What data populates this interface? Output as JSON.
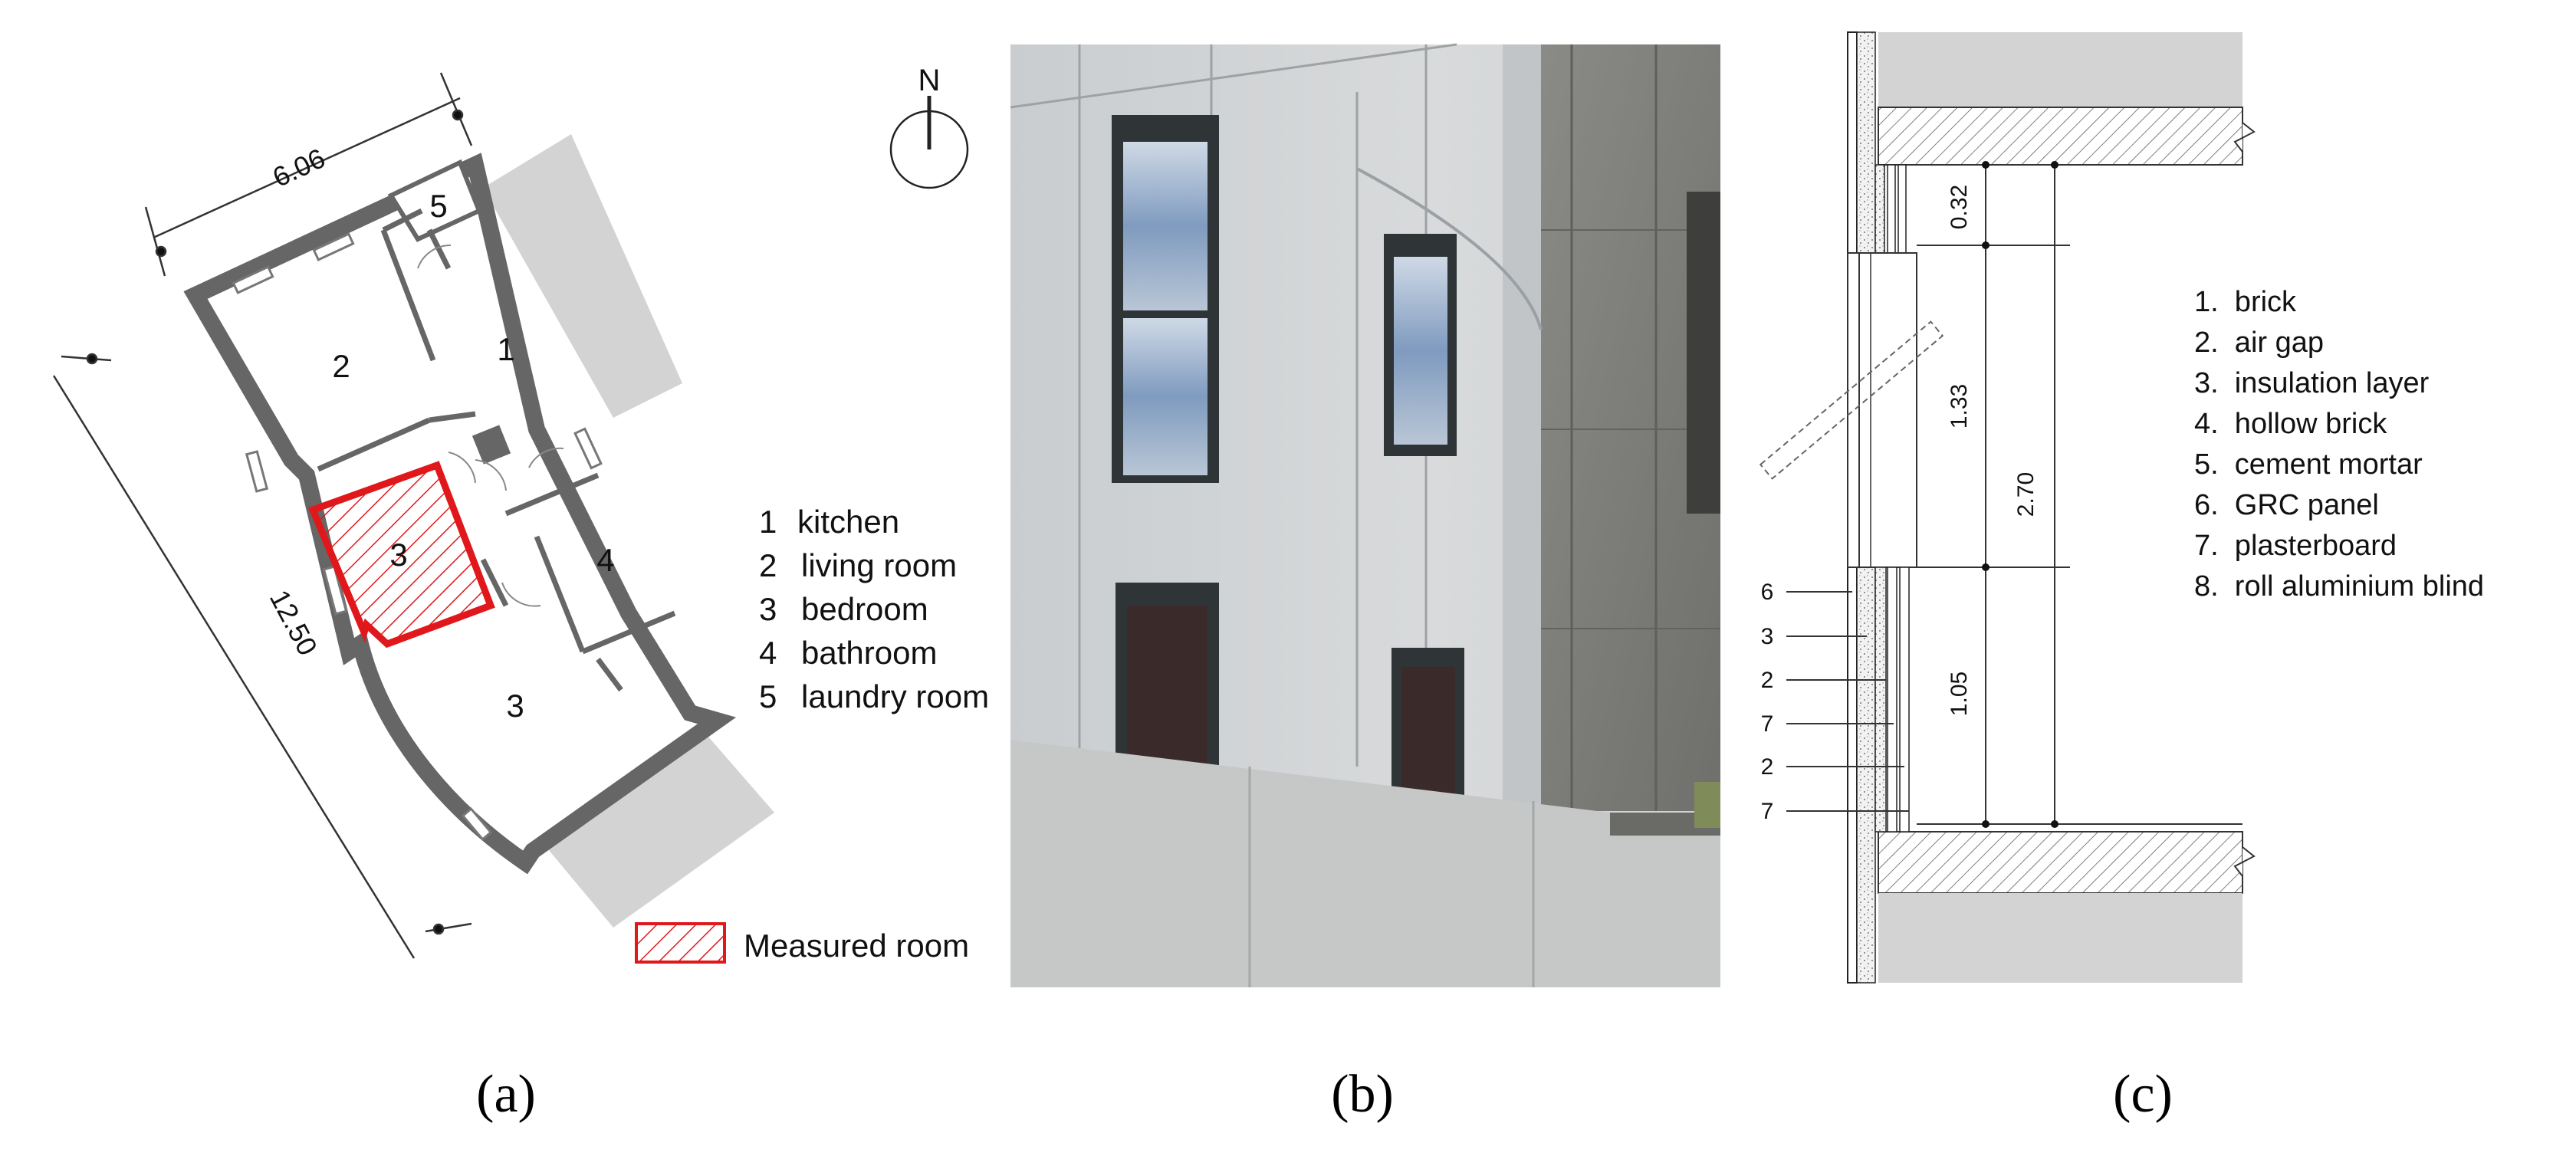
{
  "panel_a": {
    "dim_top": "6.06",
    "dim_left": "12.50",
    "room_numbers": [
      "5",
      "2",
      "1",
      "3",
      "4",
      "3"
    ],
    "legend": [
      {
        "num": "1",
        "label": "kitchen"
      },
      {
        "num": "2",
        "label": "living room"
      },
      {
        "num": "3",
        "label": "bedroom"
      },
      {
        "num": "4",
        "label": "bathroom"
      },
      {
        "num": "5",
        "label": "laundry room"
      }
    ],
    "measured_label": "Measured room",
    "measured_color": "#e0181b",
    "caption": "(a)"
  },
  "panel_b": {
    "north_label": "N",
    "caption": "(b)"
  },
  "panel_c": {
    "dims": [
      "0.32",
      "1.33",
      "2.70",
      "1.05"
    ],
    "layer_callouts": [
      "6",
      "3",
      "2",
      "7",
      "2",
      "7"
    ],
    "legend": [
      "1.  brick",
      "2.  air gap",
      "3.  insulation layer",
      "4.  hollow brick",
      "5.  cement mortar",
      "6.  GRC panel",
      "7.  plasterboard",
      "8.  roll aluminium blind"
    ],
    "caption": "(c)"
  }
}
